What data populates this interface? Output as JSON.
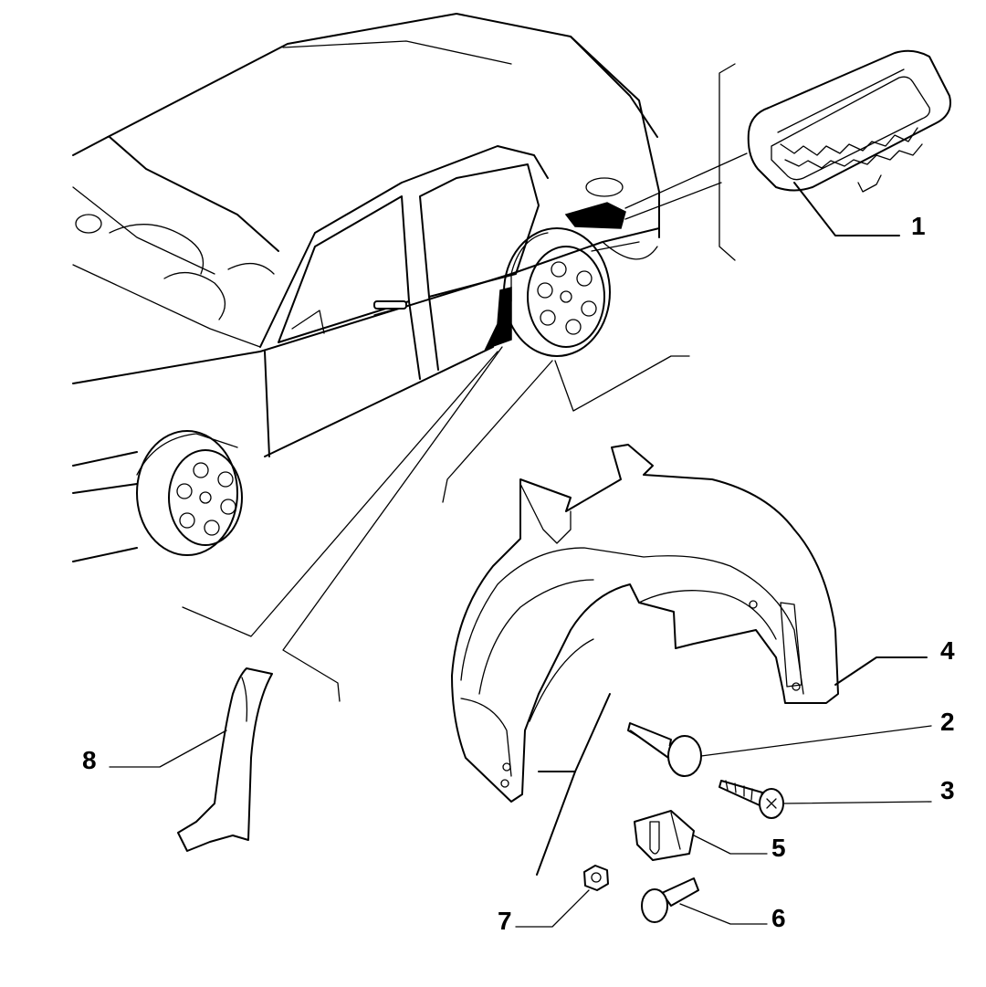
{
  "callouts": [
    {
      "id": "1",
      "text": "1"
    },
    {
      "id": "2",
      "text": "2"
    },
    {
      "id": "3",
      "text": "3"
    },
    {
      "id": "4",
      "text": "4"
    },
    {
      "id": "5",
      "text": "5"
    },
    {
      "id": "6",
      "text": "6"
    },
    {
      "id": "7",
      "text": "7"
    },
    {
      "id": "8",
      "text": "8"
    }
  ],
  "colors": {
    "ink": "#000000",
    "paper": "#ffffff"
  }
}
